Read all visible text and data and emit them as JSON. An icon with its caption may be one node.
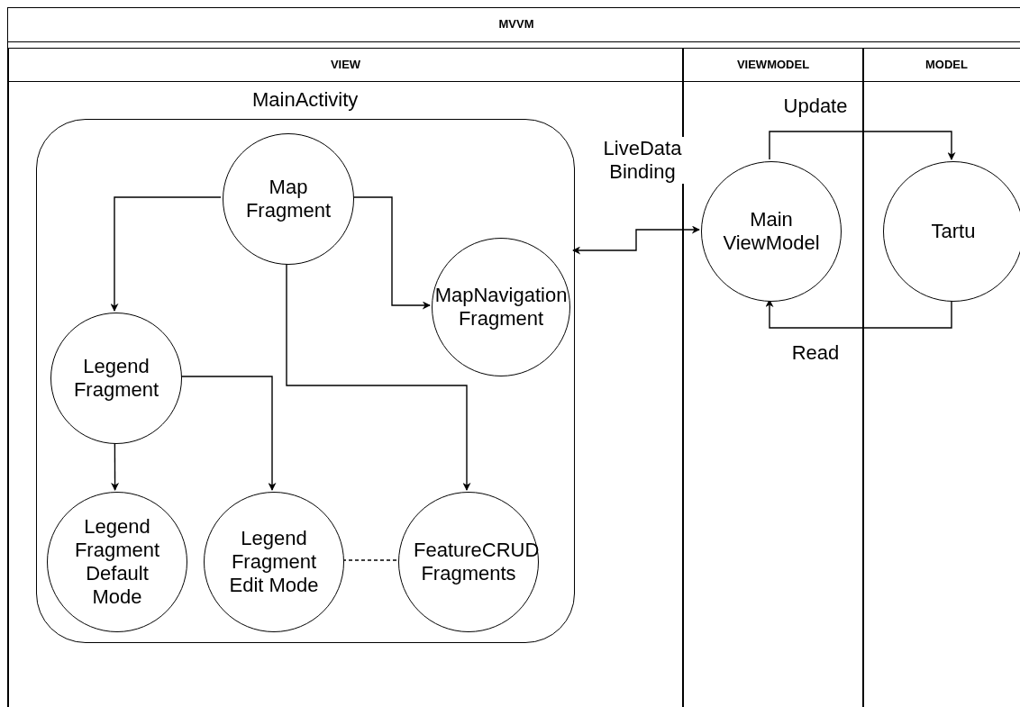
{
  "diagram": {
    "nodes": [
      {
        "text": [
          "MVVM"
        ]
      },
      {
        "text": [
          "VIEW"
        ],
        "in": 0
      },
      {
        "text": [
          "VIEWMODEL"
        ],
        "in": 0
      },
      {
        "text": [
          "MODEL"
        ],
        "in": 0
      },
      {
        "text": [
          "MainActivity"
        ],
        "in": 1
      },
      {
        "text": [
          "Map Fragment"
        ],
        "in": 4
      },
      {
        "text": [
          "MapNavigation Fragment"
        ],
        "in": 4
      },
      {
        "text": [
          "Legend Fragment"
        ],
        "in": 4
      },
      {
        "text": [
          "Legend Fragment Default Mode"
        ],
        "in": 4
      },
      {
        "text": [
          "Legend Fragment Edit Mode"
        ],
        "in": 4
      },
      {
        "text": [
          "FeatureCRUD Fragments"
        ],
        "in": 4
      },
      {
        "text": [
          "Main ViewModel"
        ],
        "in": 2
      },
      {
        "text": [
          "Tartu"
        ],
        "in": 3
      }
    ],
    "edges": [
      {
        "from": 5,
        "to": 7,
        "arrow": "to"
      },
      {
        "from": 5,
        "to": 6,
        "arrow": "to"
      },
      {
        "from": 5,
        "to": 10,
        "arrow": "to"
      },
      {
        "from": 7,
        "to": 8,
        "arrow": "to"
      },
      {
        "from": 7,
        "to": 9,
        "arrow": "to"
      },
      {
        "from": 9,
        "to": 10,
        "arrow": "none",
        "style": "dashed"
      },
      {
        "from": 11,
        "to": 4,
        "arrow": "both",
        "label": "LiveData Binding"
      },
      {
        "from": 11,
        "to": 12,
        "arrow": "to",
        "label": "Update"
      },
      {
        "from": 12,
        "to": 11,
        "arrow": "to",
        "label": "Read"
      }
    ]
  }
}
